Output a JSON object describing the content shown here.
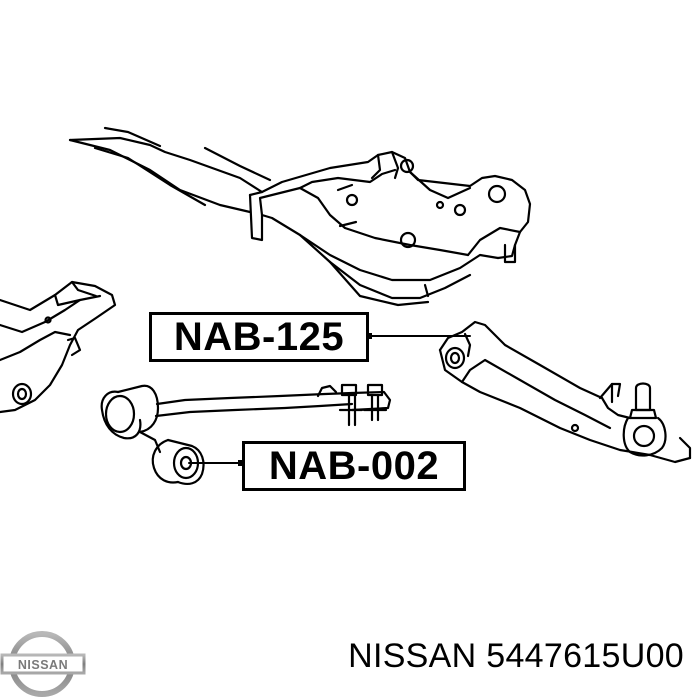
{
  "diagram": {
    "callouts": [
      {
        "label": "NAB-125"
      },
      {
        "label": "NAB-002"
      }
    ]
  },
  "caption": {
    "brand": "NISSAN",
    "part_number": "5447615U00"
  },
  "logo": {
    "icon": "nissan-logo",
    "text": "NISSAN"
  },
  "colors": {
    "line": "#000000",
    "background": "#ffffff",
    "logo_gray": "#8a8a8a"
  }
}
